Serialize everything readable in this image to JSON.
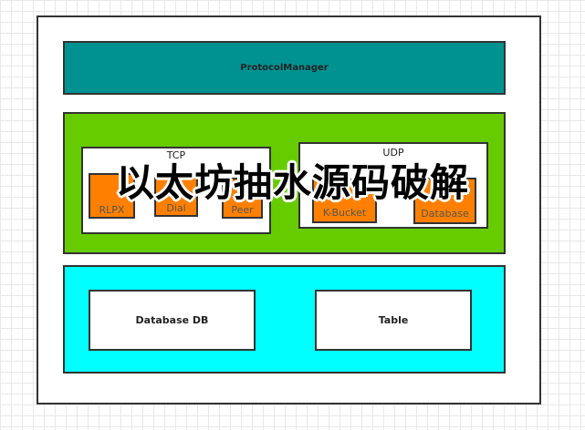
{
  "diagram": {
    "protocol_manager": "ProtocolManager",
    "tcp": {
      "label": "TCP",
      "items": [
        "RLPX",
        "Dial",
        "Peer"
      ]
    },
    "udp": {
      "label": "UDP",
      "items": [
        "K-Bucket",
        "Database"
      ]
    },
    "storage": {
      "items": [
        "Database DB",
        "Table"
      ]
    },
    "colors": {
      "protocol_manager": "#009191",
      "network": "#66cc00",
      "storage": "#00ffff",
      "component": "#ff8000"
    }
  },
  "overlay_text": "以太坊抽水源码破解"
}
